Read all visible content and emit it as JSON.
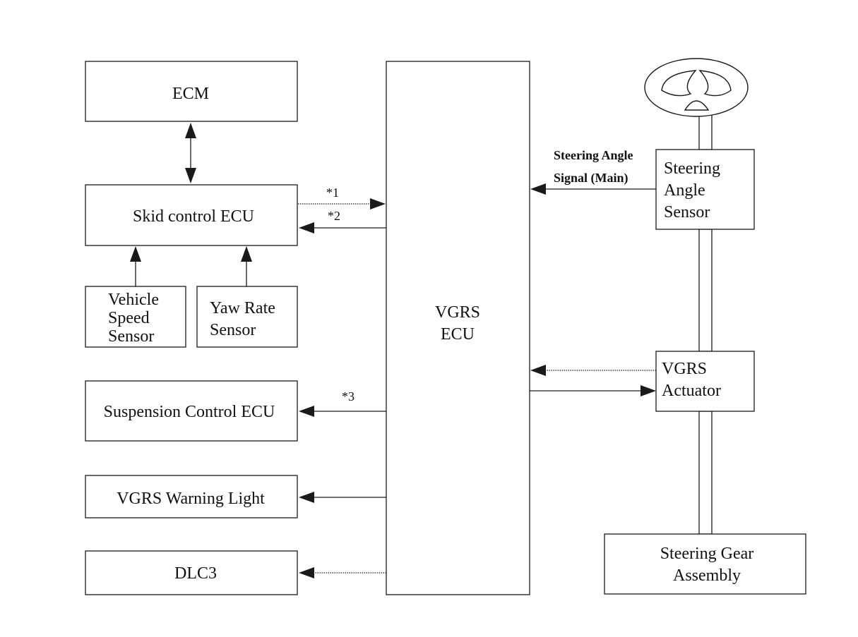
{
  "blocks": {
    "ecm": "ECM",
    "skid_control_ecu": "Skid control ECU",
    "vehicle_speed_sensor": [
      "Vehicle",
      "Speed",
      "Sensor"
    ],
    "yaw_rate_sensor": [
      "Yaw Rate",
      "Sensor"
    ],
    "suspension_control_ecu": "Suspension Control ECU",
    "vgrs_warning_light": "VGRS Warning Light",
    "dlc3": "DLC3",
    "vgrs_ecu": [
      "VGRS",
      "ECU"
    ],
    "steering_angle_sensor": [
      "Steering",
      "Angle",
      "Sensor"
    ],
    "vgrs_actuator": [
      "VGRS",
      "Actuator"
    ],
    "steering_gear_assembly": [
      "Steering Gear",
      "Assembly"
    ]
  },
  "signals": {
    "note_1": "*1",
    "note_2": "*2",
    "note_3": "*3",
    "steering_angle_signal": [
      "Steering Angle",
      "Signal (Main)"
    ]
  }
}
